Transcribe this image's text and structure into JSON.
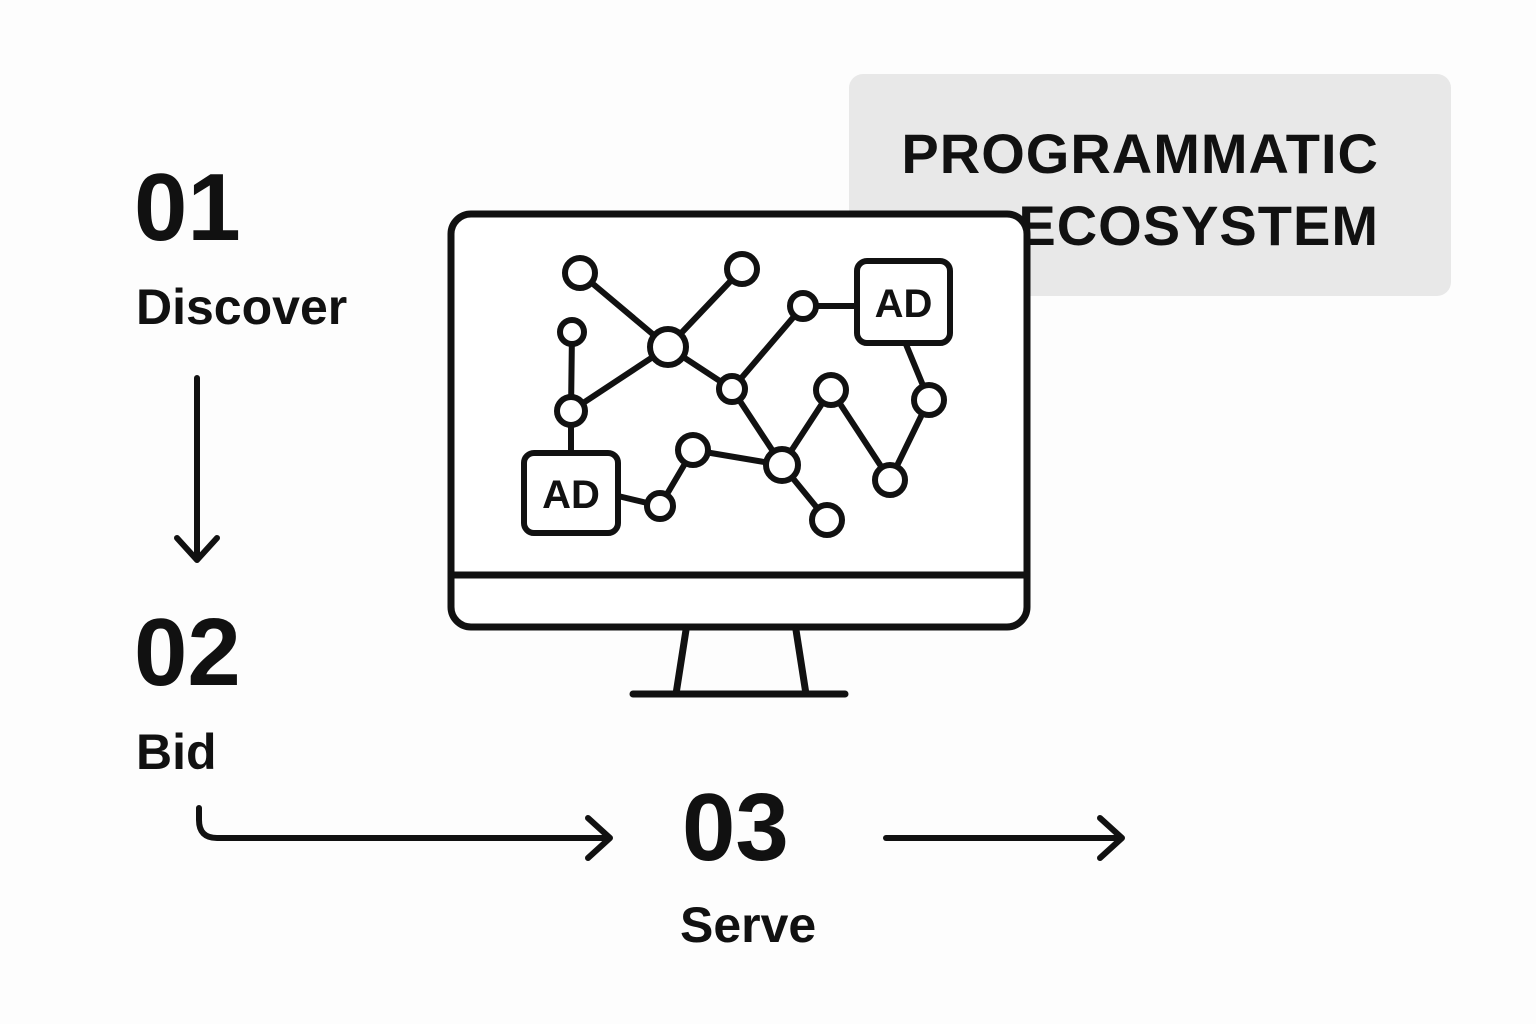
{
  "title": {
    "line1": "PROGRAMMATIC",
    "line2": "ECOSYSTEM"
  },
  "steps": [
    {
      "number": "01",
      "label": "Discover"
    },
    {
      "number": "02",
      "label": "Bid"
    },
    {
      "number": "03",
      "label": "Serve"
    }
  ],
  "monitor": {
    "ad_badges": [
      "AD",
      "AD"
    ]
  },
  "colors": {
    "ink": "#111111",
    "title_box": "#e8e8e8",
    "background": "#fdfdfd"
  },
  "icons": [
    "desktop-monitor-icon",
    "network-graph-icon",
    "arrow-down-icon",
    "arrow-right-icon"
  ]
}
